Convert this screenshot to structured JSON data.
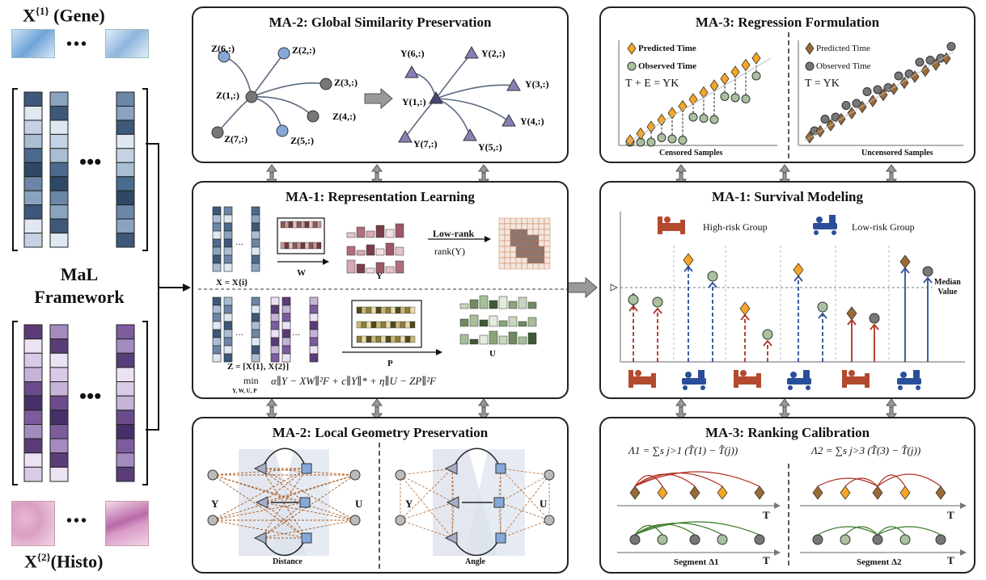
{
  "left": {
    "gene_label": "X",
    "gene_sup": "{1}",
    "gene_name": "(Gene)",
    "histo_label": "X",
    "histo_sup": "{2}",
    "histo_name": "(Histo)",
    "framework_line1": "MaL",
    "framework_line2": "Framework",
    "ellipsis": "•••",
    "dots": "•••"
  },
  "panels": {
    "global_similarity": {
      "title": "MA-2: Global Similarity Preservation",
      "z_nodes": [
        "Z(6,:)",
        "Z(2,:)",
        "Z(3,:)",
        "Z(1,:)",
        "Z(4,:)",
        "Z(7,:)",
        "Z(5,:)"
      ],
      "y_nodes": [
        "Y(6,:)",
        "Y(2,:)",
        "Y(3,:)",
        "Y(1,:)",
        "Y(4,:)",
        "Y(7,:)",
        "Y(5,:)"
      ]
    },
    "representation": {
      "title": "MA-1: Representation Learning",
      "x_eq": "X = X{i}",
      "w_label": "W",
      "y_label": "Y",
      "lowrank": "Low-rank",
      "rank": "rank(Y)",
      "z_eq": "Z = [X{1}, X{2}]",
      "p_label": "P",
      "u_label": "U",
      "objective_min": "min",
      "objective_sub": "Y, W, U, P",
      "objective": "α∥Y − XW∥²F + c∥Y∥* + η∥U − ZP∥²F"
    },
    "local_geometry": {
      "title": "MA-2: Local Geometry Preservation",
      "y_label": "Y",
      "u_label": "U",
      "distance": "Distance",
      "angle": "Angle"
    },
    "regression": {
      "title": "MA-3: Regression Formulation",
      "legend_pred": "Predicted Time",
      "legend_obs": "Observed Time",
      "eq_left": "T + E = YK",
      "eq_right": "T = YK",
      "censored": "Censored Samples",
      "uncensored": "Uncensored Samples"
    },
    "survival": {
      "title": "MA-1: Survival Modeling",
      "high_risk": "High-risk Group",
      "low_risk": "Low-risk Group",
      "median_line1": "Median",
      "median_line2": "Value"
    },
    "ranking": {
      "title": "MA-3: Ranking Calibration",
      "lambda1": "Λ1 = ∑s j>1 (T̂(1) − T̂(j))",
      "lambda2": "Λ2 = ∑s j>3 (T̂(3) − T̂(j))",
      "t_label": "T",
      "segment1": "Segment Δ1",
      "segment2": "Segment Δ2"
    }
  },
  "colors": {
    "orange": "#f5a623",
    "brown": "#9a6a35",
    "sage": "#a9c19e",
    "gray_node": "#777777",
    "blue_node": "#86a8d9",
    "purple_tri": "#8a7fb8",
    "red": "#b03020",
    "blue_arrow": "#2a4f9a"
  }
}
